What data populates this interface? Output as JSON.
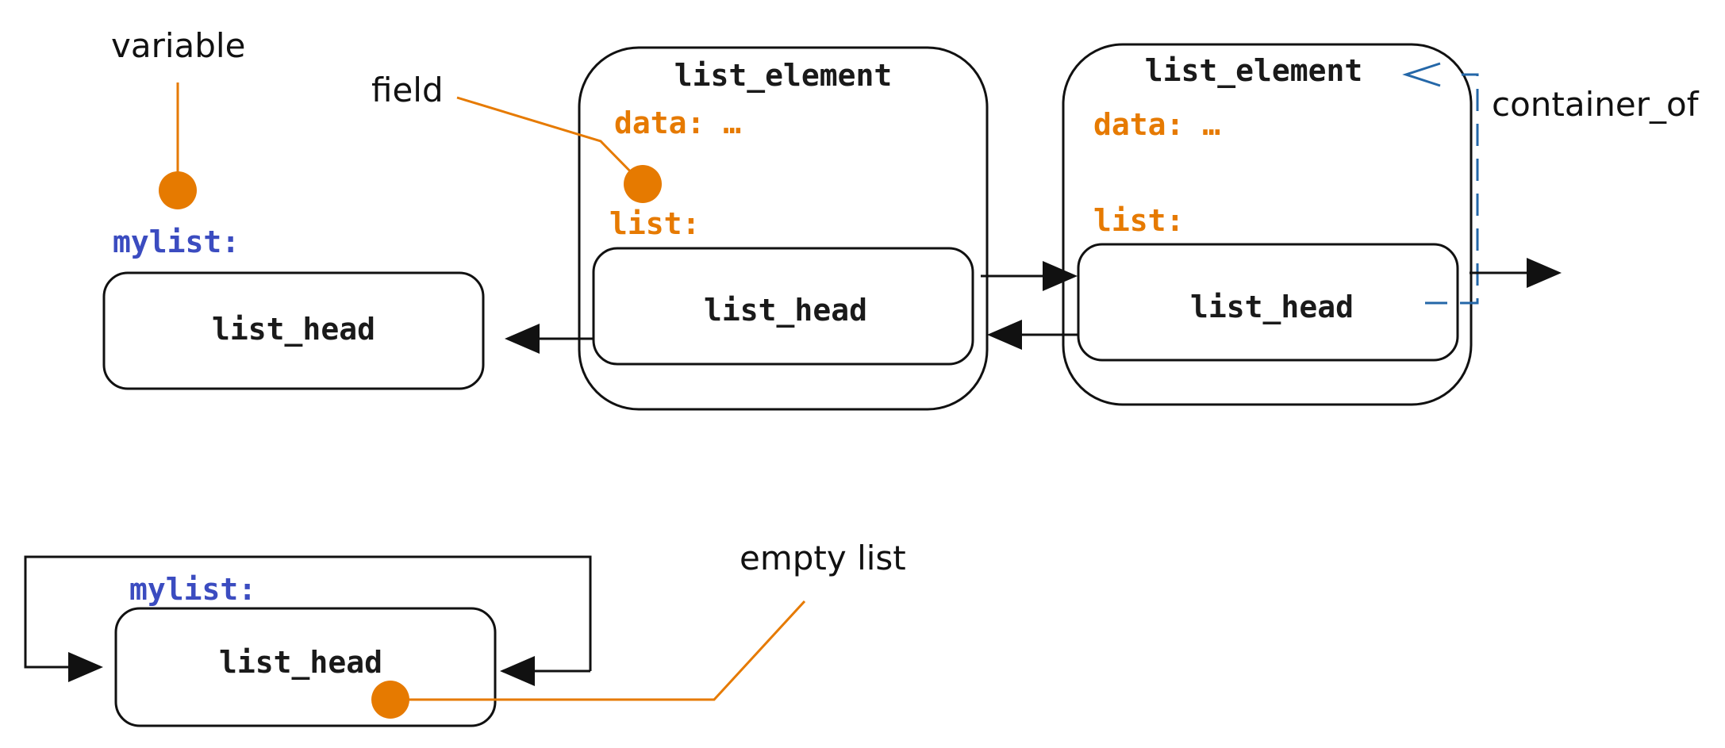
{
  "colors": {
    "field": "#E67A00",
    "variable": "#3B4CC0",
    "container_of": "#2467A8",
    "outline": "#111111"
  },
  "callouts": {
    "variable": "variable",
    "field": "field",
    "container_of": "container_of",
    "empty_list": "empty list"
  },
  "nodes": {
    "mylist_label": "mylist:",
    "list_head": "list_head",
    "list_element": "list_element",
    "data_field": "data: …",
    "list_field": "list:"
  }
}
